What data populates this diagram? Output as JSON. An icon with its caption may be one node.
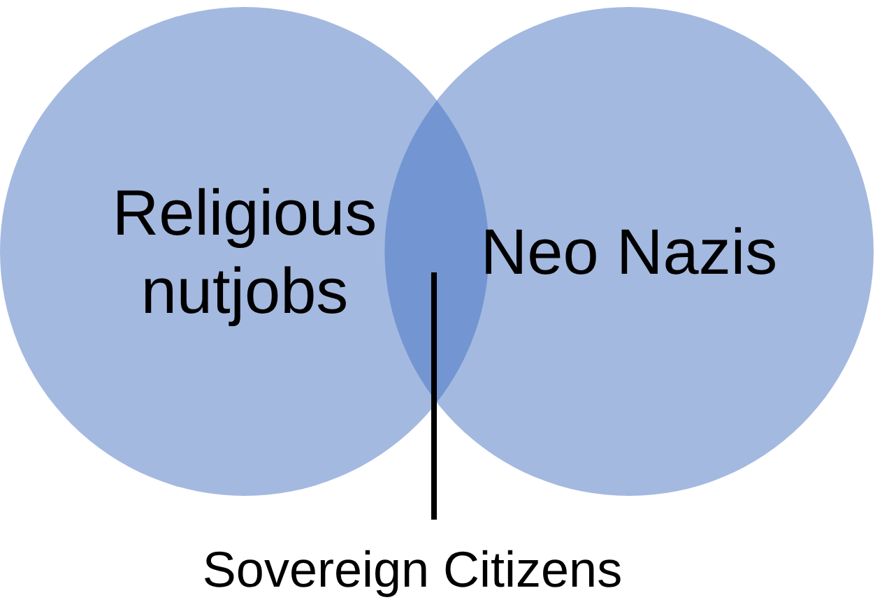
{
  "diagram": {
    "nodes": [
      {
        "text": [
          "Religious nutjobs"
        ]
      },
      {
        "text": [
          "Neo Nazis"
        ]
      },
      {
        "text": [],
        "shape": "lens"
      },
      {
        "text": [
          "Sovereign Citizens"
        ]
      }
    ],
    "edges": [
      {
        "from": 3,
        "to": 2,
        "arrow": "none"
      }
    ]
  }
}
